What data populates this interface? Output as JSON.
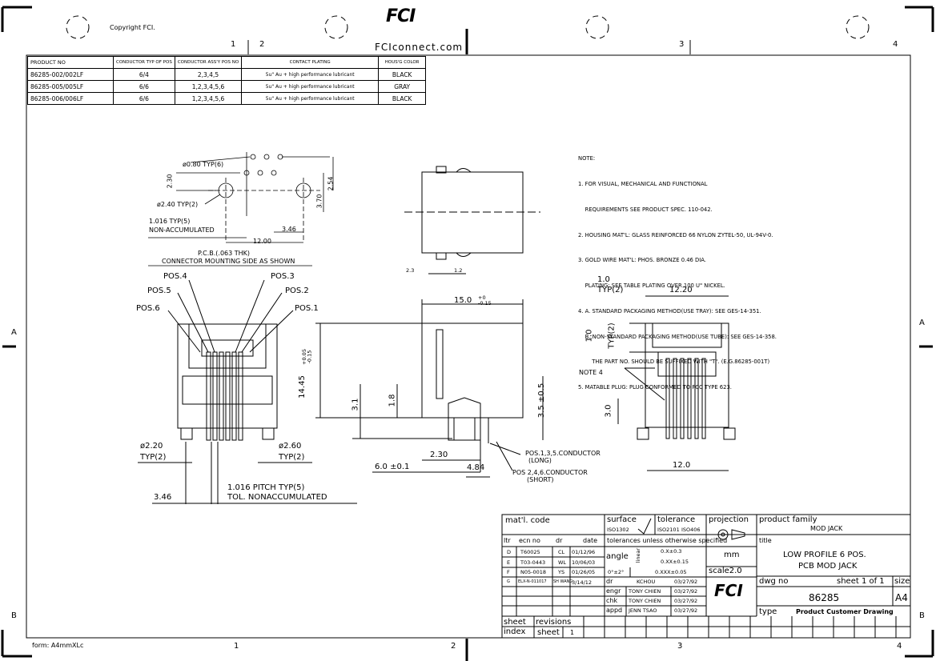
{
  "header": {
    "copyright": "Copyright FCI.",
    "logo_text": "FCI",
    "website": "FCIconnect.com"
  },
  "border": {
    "top_zones": [
      "1",
      "2",
      "3",
      "4"
    ],
    "bottom_zones": [
      "1",
      "2",
      "3",
      "4"
    ],
    "left_rows": [
      "A",
      "B"
    ],
    "right_rows": [
      "A",
      "B"
    ],
    "form_label": "form: A4mmXLc"
  },
  "product_table": {
    "headers": [
      "PRODUCT NO",
      "CONDUCTOR TYP OF POS",
      "CONDUCTOR ASS'Y POS NO",
      "CONTACT PLATING",
      "HOUS'G COLOR"
    ],
    "rows": [
      [
        "86285-002/002LF",
        "6/4",
        "2,3,4,5",
        "5u\" Au + high performance lubricant",
        "BLACK"
      ],
      [
        "86285-005/005LF",
        "6/6",
        "1,2,3,4,5,6",
        "5u\" Au + high performance lubricant",
        "GRAY"
      ],
      [
        "86285-006/006LF",
        "6/6",
        "1,2,3,4,5,6",
        "5u\" Au + high performance lubricant",
        "BLACK"
      ]
    ]
  },
  "notes": {
    "title": "NOTE:",
    "lines": [
      "1. FOR VISUAL, MECHANICAL AND FUNCTIONAL",
      "    REQUIREMENTS SEE PRODUCT SPEC. 110-042.",
      "2. HOUSING MAT'L: GLASS REINFORCED 66 NYLON ZYTEL-50, UL-94V-0.",
      "3. GOLD WIRE MAT'L: PHOS. BRONZE 0.46 DIA.",
      "    PLATING: SEE TABLE PLATING OVER 100 U\" NICKEL.",
      "4. A. STANDARD PACKAGING METHOD(USE TRAY): SEE GES-14-351.",
      "    B. NON-STANDARD PACKAGING METHOD(USE TUBE): SEE GES-14-358.",
      "        THE PART NO. SHOULD BE SUFFIXED WITH \"T\". (E.G.86285-001T)",
      "5. MATABLE PLUG: PLUG CONFORMED TO FCC TYPE 623."
    ]
  },
  "pcb_view": {
    "hole_small": "ø0.80 TYP(6)",
    "hole_large": "ø2.40 TYP(2)",
    "dim_230": "2.30",
    "dim_254": "2.54",
    "dim_370": "3.70",
    "pitch_line1": "1.016 TYP(5)",
    "pitch_line2": "NON-ACCUMULATED",
    "dim_346": "3.46",
    "dim_1200": "12.00",
    "pcb_line1": "P.C.B.(.063 THK)",
    "pcb_line2": "CONNECTOR MOUNTING SIDE AS SHOWN"
  },
  "top_view": {
    "dim_23": "2.3",
    "dim_12": "1.2"
  },
  "front_view": {
    "pos4": "POS.4",
    "pos3": "POS.3",
    "pos5": "POS.5",
    "pos2": "POS.2",
    "pos6": "POS.6",
    "pos1": "POS.1",
    "dia_left": "ø2.20",
    "typ_left": "TYP(2)",
    "dia_right": "ø2.60",
    "typ_right": "TYP(2)",
    "pitch_line1": "1.016 PITCH TYP(5)",
    "pitch_line2": "TOL. NONACCUMULATED",
    "dim_346": "3.46"
  },
  "side_view": {
    "width": "15.0",
    "width_tol_plus": "+0",
    "width_tol_minus": "-0.15",
    "height": "14.45",
    "height_tol_plus": "+0.05",
    "height_tol_minus": "-0.15",
    "dim_31": "3.1",
    "dim_18": "1.8",
    "dim_35": "3.5 ±0.5",
    "dim_230": "2.30",
    "dim_60": "6.0 ±0.1",
    "dim_484": "4.84",
    "long_line1": "POS.1,3,5.CONDUCTOR",
    "long_line2": "(LONG)",
    "short_line1": "POS 2,4,6.CONDUCTOR",
    "short_line2": "(SHORT)"
  },
  "rear_view": {
    "dim_10a": "1.0",
    "typ_a": "TYP(2)",
    "dim_1220": "12.20",
    "dim_10b": "1.0",
    "typ_b": "TYP(2)",
    "note4": "NOTE 4",
    "dim_30": "3.0",
    "dim_120": "12.0"
  },
  "title_block": {
    "matl_code": "mat'l. code",
    "surface": "surface",
    "surface_val": "ISO1302",
    "tolerance": "tolerance",
    "tol_val1": "ISO2101",
    "tol_val2": "ISO406",
    "projection": "projection",
    "product_family_label": "product family",
    "product_family": "MOD JACK",
    "rev_headers": [
      "ltr",
      "ecn no",
      "dr",
      "date"
    ],
    "revisions": [
      [
        "D",
        "T60025",
        "CL",
        "01/12/96"
      ],
      [
        "E",
        "T03-0443",
        "WL",
        "10/06/03"
      ],
      [
        "F",
        "N05-0018",
        "YS",
        "01/26/05"
      ],
      [
        "G",
        "ELX-N-011017",
        "SH WANG",
        "3/14/12"
      ]
    ],
    "tol_note": "tolerances unless otherwise specified",
    "angle": "angle",
    "linear": "linear",
    "tol_1": "0.X±0.3",
    "tol_2": "0.XX±0.15",
    "tol_3": "0.XXX±0.05",
    "angle_tol": "0°±2°",
    "unit": "mm",
    "scale": "scale2.0",
    "title_label": "title",
    "title_1": "LOW PROFILE 6 POS.",
    "title_2": "PCB MOD JACK",
    "roles": [
      [
        "dr",
        "KCHOU",
        "03/27/92"
      ],
      [
        "engr",
        "TONY CHIEN",
        "03/27/92"
      ],
      [
        "chk",
        "TONY CHIEN",
        "03/27/92"
      ],
      [
        "appd",
        "JENN TSAO",
        "03/27/92"
      ]
    ],
    "dwg_no_label": "dwg no",
    "dwg_no": "86285",
    "sheet_label": "sheet 1 of 1",
    "size_label": "size",
    "size": "A4",
    "type_label": "type",
    "type": "Product Customer Drawing",
    "sheet_index": "sheet index",
    "revisions_label": "revisions",
    "sheet_col": "sheet",
    "sheet_num": "1"
  }
}
